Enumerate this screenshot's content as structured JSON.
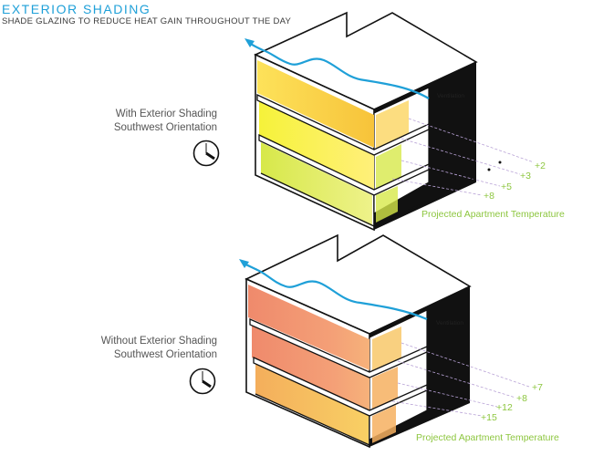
{
  "header": {
    "title": "EXTERIOR  SHADING",
    "subtitle": "SHADE GLAZING TO REDUCE HEAT GAIN THROUGHOUT THE DAY"
  },
  "diagrams": [
    {
      "caption_line1": "With Exterior Shading",
      "caption_line2": "Southwest Orientation",
      "ventilation_label": "Ventilation",
      "temperature_label": "Projected Apartment Temperature",
      "temps": [
        "+2",
        "+3",
        "+5",
        "+8"
      ]
    },
    {
      "caption_line1": "Without Exterior Shading",
      "caption_line2": "Southwest Orientation",
      "ventilation_label": "Ventilation",
      "temperature_label": "Projected Apartment Temperature",
      "temps": [
        "+7",
        "+8",
        "+12",
        "+15"
      ]
    }
  ],
  "colors": {
    "title": "#1fa0d8",
    "airflow": "#1fa0d8",
    "temperature_text": "#8dc63f",
    "guide_lines": "#b8a2d6"
  }
}
